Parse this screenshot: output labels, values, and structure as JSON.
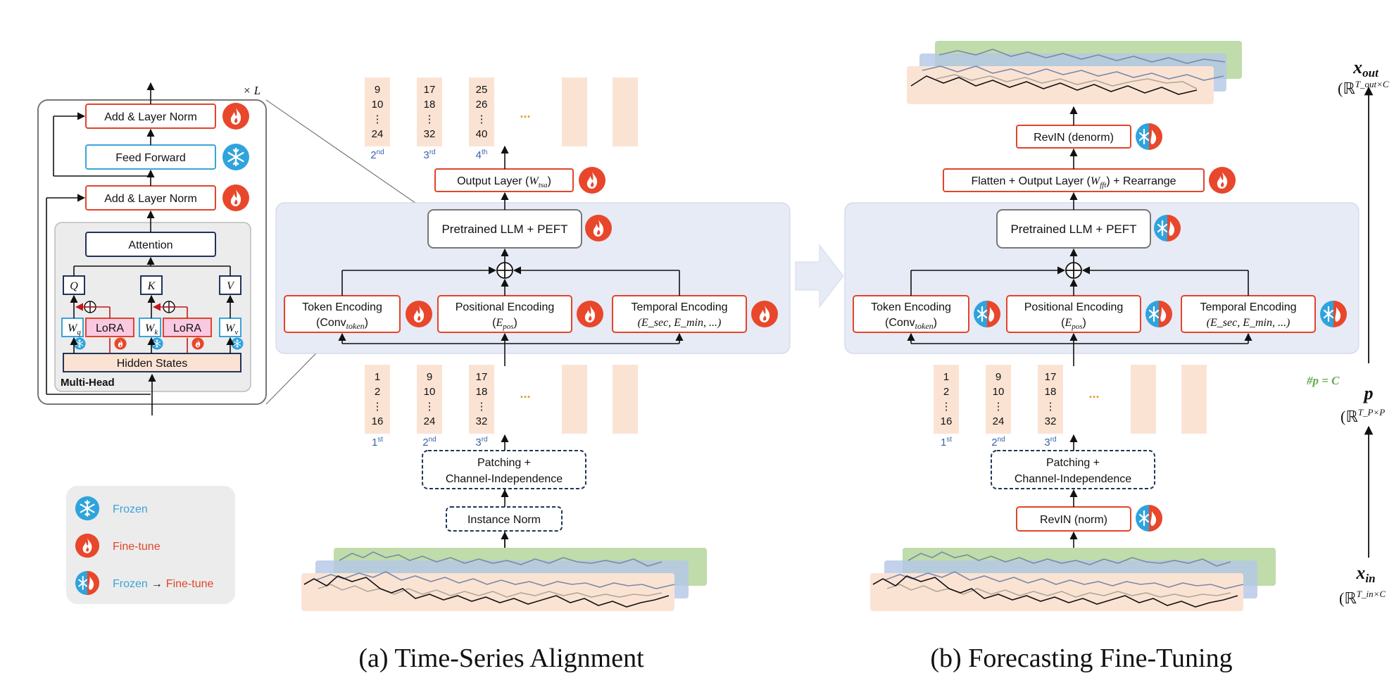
{
  "block": {
    "add_norm_top": "Add & Layer Norm",
    "feed_forward": "Feed Forward",
    "add_norm_bottom": "Add & Layer Norm",
    "attention": "Attention",
    "q": "Q",
    "k": "K",
    "v": "V",
    "wq": "W",
    "wq_sub": "q",
    "wk": "W",
    "wk_sub": "k",
    "wv": "W",
    "wv_sub": "v",
    "lora": "LoRA",
    "hidden_states": "Hidden States",
    "multi_head": "Multi-Head",
    "repeat": "× L"
  },
  "legend": {
    "frozen": "Frozen",
    "finetune": "Fine-tune",
    "frozen_to": "Frozen",
    "arrow": "→",
    "to_finetune": "Fine-tune"
  },
  "panel_a": {
    "caption": "(a) Time-Series Alignment",
    "output_layer": "Output Layer (",
    "output_w": "W",
    "output_w_sub": "tsa",
    "output_close": ")",
    "llm": "Pretrained LLM + PEFT",
    "token_enc": "Token Encoding",
    "token_sub_a": "(Conv",
    "token_sub_b": "token",
    "token_sub_c": ")",
    "pos_enc": "Positional Encoding",
    "pos_sub_a": "(",
    "pos_sub_b": "E",
    "pos_sub_c": "pos",
    "pos_sub_d": ")",
    "temp_enc": "Temporal Encoding",
    "temp_sub": "(E_sec, E_min, ...)",
    "patching_1": "Patching +",
    "patching_2": "Channel-Independence",
    "instance_norm": "Instance Norm",
    "top_patches": [
      [
        "9",
        "10",
        "⋮",
        "24"
      ],
      [
        "17",
        "18",
        "⋮",
        "32"
      ],
      [
        "25",
        "26",
        "⋮",
        "40"
      ]
    ],
    "top_ordinals": [
      [
        "2",
        "nd"
      ],
      [
        "3",
        "rd"
      ],
      [
        "4",
        "th"
      ]
    ],
    "bottom_patches": [
      [
        "1",
        "2",
        "⋮",
        "16"
      ],
      [
        "9",
        "10",
        "⋮",
        "24"
      ],
      [
        "17",
        "18",
        "⋮",
        "32"
      ]
    ],
    "bottom_ordinals": [
      [
        "1",
        "st"
      ],
      [
        "2",
        "nd"
      ],
      [
        "3",
        "rd"
      ]
    ],
    "ellipsis": "..."
  },
  "panel_b": {
    "caption": "(b) Forecasting Fine-Tuning",
    "revin_denorm": "RevIN (denorm)",
    "flatten": "Flatten + Output Layer (",
    "flatten_w": "W",
    "flatten_w_sub": "fft",
    "flatten_close": ") + Rearrange",
    "llm": "Pretrained LLM + PEFT",
    "token_enc": "Token Encoding",
    "token_sub_a": "(Conv",
    "token_sub_b": "token",
    "token_sub_c": ")",
    "pos_enc": "Positional Encoding",
    "pos_sub_a": "(",
    "pos_sub_b": "E",
    "pos_sub_c": "pos",
    "pos_sub_d": ")",
    "temp_enc": "Temporal Encoding",
    "temp_sub": "(E_sec, E_min, ...)",
    "patching_1": "Patching +",
    "patching_2": "Channel-Independence",
    "revin_norm": "RevIN (norm)",
    "bottom_patches": [
      [
        "1",
        "2",
        "⋮",
        "16"
      ],
      [
        "9",
        "10",
        "⋮",
        "24"
      ],
      [
        "17",
        "18",
        "⋮",
        "32"
      ]
    ],
    "bottom_ordinals": [
      [
        "1",
        "st"
      ],
      [
        "2",
        "nd"
      ],
      [
        "3",
        "rd"
      ]
    ],
    "ellipsis": "..."
  },
  "axis": {
    "x_out": "x",
    "x_out_sub": "out",
    "x_out_space": "(ℝ",
    "x_out_exp": "T_out×C",
    "p": "p",
    "p_space": "(ℝ",
    "p_exp": "T_P×P",
    "p_count": "#p = C",
    "x_in": "x",
    "x_in_sub": "in",
    "x_in_space": "(ℝ",
    "x_in_exp": "T_in×C"
  },
  "colors": {
    "finetune": "#e0452b",
    "frozen": "#3aa4d8",
    "navy": "#1f3558",
    "panel_bg": "#e7ebf5",
    "patch_fill": "#fbe3d4",
    "green": "#a9d08e",
    "blue": "#b4c7e7",
    "orange": "#fbe3d4"
  },
  "icons": [
    "fire-icon",
    "snowflake-icon",
    "fire-snowflake-icon"
  ]
}
